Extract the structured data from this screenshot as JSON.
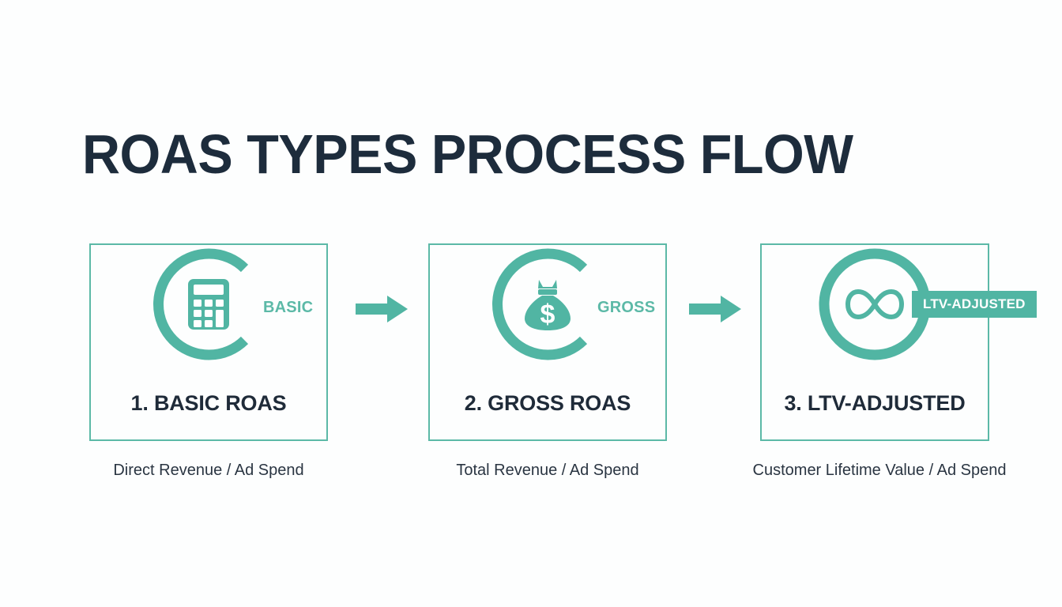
{
  "page": {
    "title": "ROAS TYPES PROCESS FLOW",
    "background_color": "#fdfefe",
    "accent_color": "#51b5a3",
    "text_color": "#1d2c3c"
  },
  "flow": {
    "steps": [
      {
        "id": "basic-roas",
        "badge_label": "BASIC",
        "badge_style": "outline",
        "icon": "calculator-icon",
        "title": "1. BASIC ROAS",
        "caption": "Direct Revenue / Ad Spend"
      },
      {
        "id": "gross-roas",
        "badge_label": "GROSS",
        "badge_style": "outline",
        "icon": "money-bag-icon",
        "title": "2. GROSS ROAS",
        "caption": "Total Revenue / Ad Spend"
      },
      {
        "id": "ltv-adjusted-roas",
        "badge_label": "LTV-ADJUSTED",
        "badge_style": "filled",
        "icon": "infinity-icon",
        "title": "3. LTV-ADJUSTED",
        "caption": "Customer Lifetime Value / Ad Spend"
      }
    ],
    "connectors": [
      {
        "id": "arrow-1",
        "icon": "arrow-right-icon"
      },
      {
        "id": "arrow-2",
        "icon": "arrow-right-icon"
      }
    ]
  }
}
